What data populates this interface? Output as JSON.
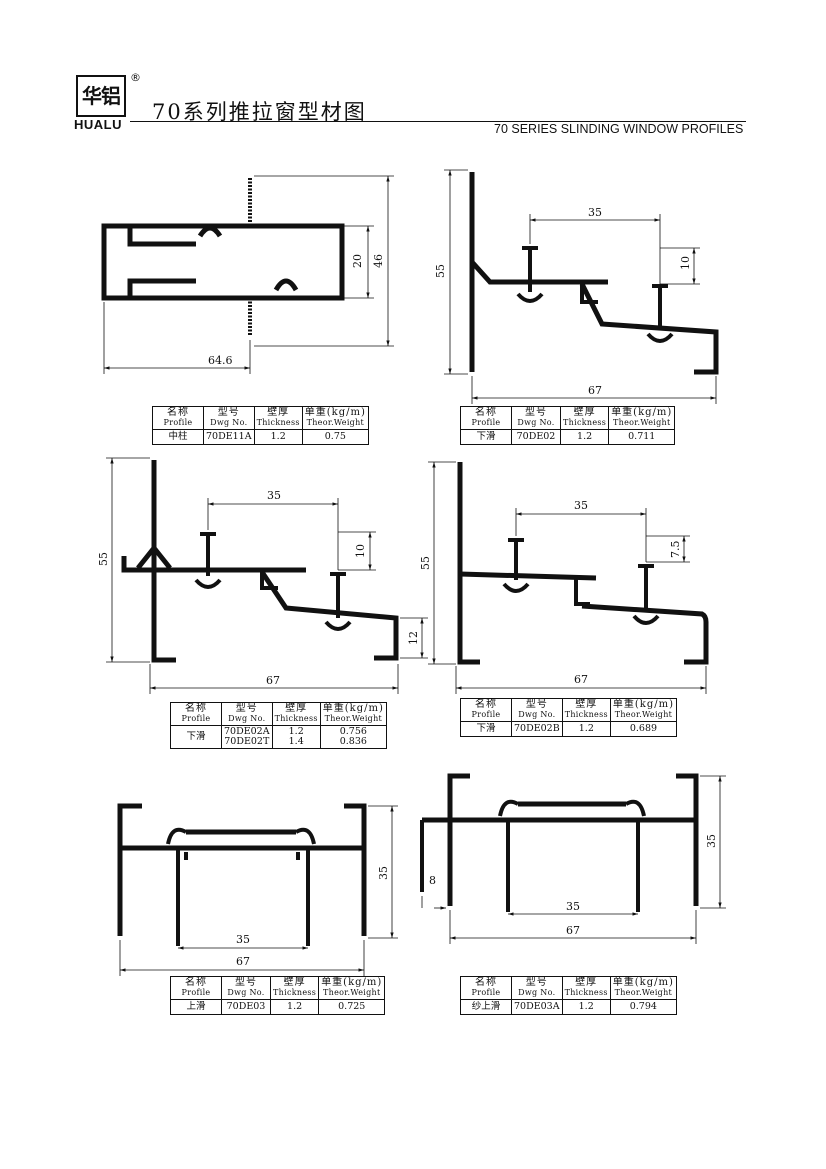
{
  "logo": {
    "mark": "华铝",
    "registered": "®",
    "latin": "HUALU"
  },
  "header": {
    "title_cn": "70系列推拉窗型材图",
    "title_en": "70 SERIES SLINDING WINDOW PROFILES"
  },
  "table_headers": {
    "name_cn": "名称",
    "name_en": "Profile",
    "dwg_cn": "型号",
    "dwg_en": "Dwg No.",
    "thick_cn": "壁厚",
    "thick_en": "Thickness",
    "weight_cn": "单重(kg/m)",
    "weight_en": "Theor.Weight"
  },
  "profiles": [
    {
      "name": "中柱",
      "dwg": [
        "70DE11A"
      ],
      "thickness": [
        "1.2"
      ],
      "weight": [
        "0.75"
      ],
      "dims": [
        "64.6",
        "20",
        "46"
      ]
    },
    {
      "name": "下滑",
      "dwg": [
        "70DE02"
      ],
      "thickness": [
        "1.2"
      ],
      "weight": [
        "0.711"
      ],
      "dims": [
        "35",
        "10",
        "55",
        "67"
      ]
    },
    {
      "name": "下滑",
      "dwg": [
        "70DE02A",
        "70DE02T"
      ],
      "thickness": [
        "1.2",
        "1.4"
      ],
      "weight": [
        "0.756",
        "0.836"
      ],
      "dims": [
        "35",
        "10",
        "55",
        "12",
        "67"
      ]
    },
    {
      "name": "下滑",
      "dwg": [
        "70DE02B"
      ],
      "thickness": [
        "1.2"
      ],
      "weight": [
        "0.689"
      ],
      "dims": [
        "35",
        "7.5",
        "55",
        "67"
      ]
    },
    {
      "name": "上滑",
      "dwg": [
        "70DE03"
      ],
      "thickness": [
        "1.2"
      ],
      "weight": [
        "0.725"
      ],
      "dims": [
        "35",
        "35",
        "67"
      ]
    },
    {
      "name": "纱上滑",
      "dwg": [
        "70DE03A"
      ],
      "thickness": [
        "1.2"
      ],
      "weight": [
        "0.794"
      ],
      "dims": [
        "35",
        "8",
        "35",
        "67"
      ]
    }
  ],
  "colors": {
    "ink": "#111111",
    "paper": "#ffffff"
  }
}
